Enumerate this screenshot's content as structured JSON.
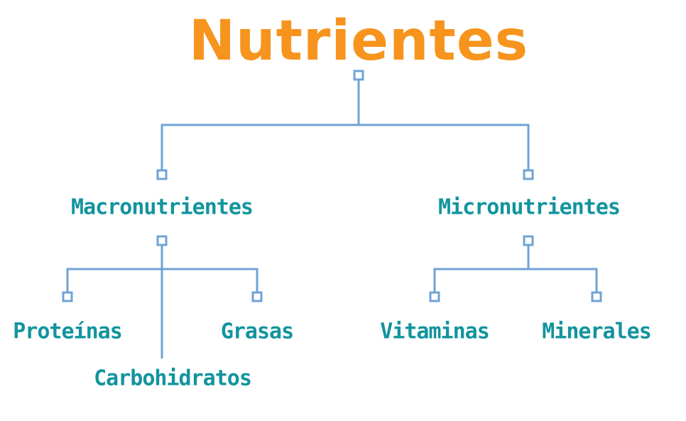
{
  "title": "Nutrientes",
  "branches": {
    "macro": {
      "label": "Macronutrientes",
      "children": [
        "Proteínas",
        "Carbohidratos",
        "Grasas"
      ]
    },
    "micro": {
      "label": "Micronutrientes",
      "children": [
        "Vitaminas",
        "Minerales"
      ]
    }
  },
  "colors": {
    "title": "#f7941d",
    "text": "#12949e",
    "lines": "#6fa3d6"
  }
}
